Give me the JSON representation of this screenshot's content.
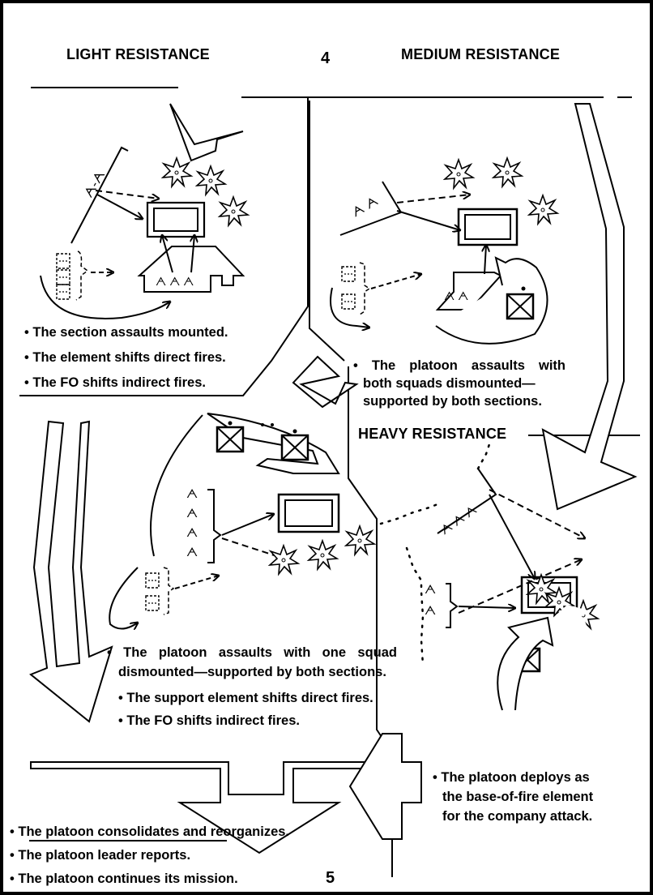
{
  "headers": {
    "light": "LIGHT RESISTANCE",
    "medium": "MEDIUM RESISTANCE",
    "heavy": "HEAVY RESISTANCE"
  },
  "step_numbers": {
    "top": "4",
    "bottom": "5"
  },
  "light_notes": [
    "• The section assaults mounted.",
    "• The element shifts direct fires.",
    "• The FO shifts indirect fires."
  ],
  "medium_note": {
    "line1": "• The platoon assaults with",
    "line2": "both squads dismounted—",
    "line3": "supported by both sections."
  },
  "lower_left_notes": {
    "line1": "• The platoon assaults with one squad",
    "line2": "dismounted—supported by both sections.",
    "line3": "• The support element shifts direct fires.",
    "line4": "• The FO shifts indirect fires."
  },
  "heavy_note": {
    "line1": "• The platoon deploys as",
    "line2": "the base-of-fire element",
    "line3": "for the company attack."
  },
  "consolidation_notes": [
    "• The platoon consolidates and reorganizes.",
    "• The platoon leader reports.",
    "• The platoon continues its mission."
  ],
  "colors": {
    "ink": "#000000",
    "background": "#ffffff"
  }
}
